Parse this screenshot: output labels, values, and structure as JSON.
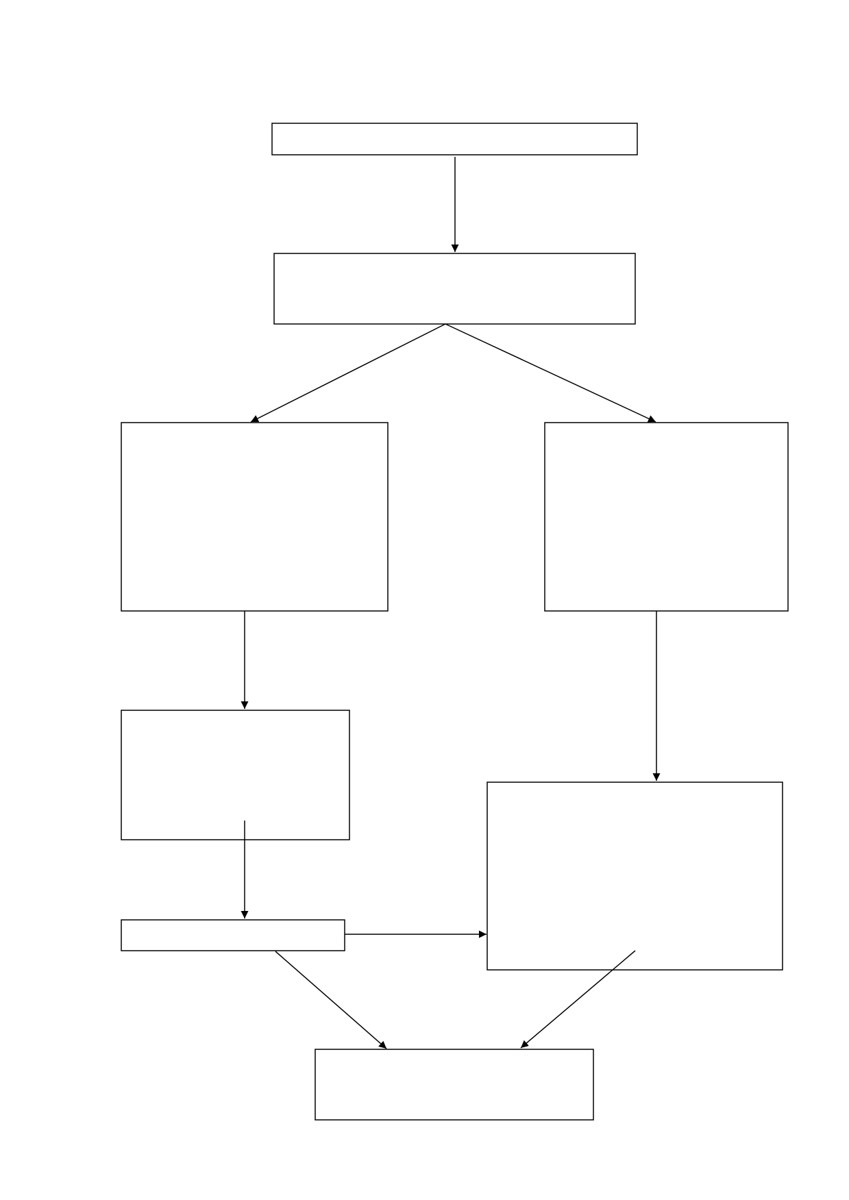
{
  "diagram": {
    "stroke_color": "#000000",
    "background_color": "#ffffff",
    "nodes": [
      {
        "id": "box-1",
        "label": ""
      },
      {
        "id": "box-2",
        "label": ""
      },
      {
        "id": "box-3",
        "label": ""
      },
      {
        "id": "box-4",
        "label": ""
      },
      {
        "id": "box-5",
        "label": ""
      },
      {
        "id": "box-6",
        "label": ""
      },
      {
        "id": "box-7",
        "label": ""
      },
      {
        "id": "box-8",
        "label": ""
      }
    ],
    "edges": [
      {
        "from": "box-1",
        "to": "box-2"
      },
      {
        "from": "box-2",
        "to": "box-3"
      },
      {
        "from": "box-2",
        "to": "box-4"
      },
      {
        "from": "box-3",
        "to": "box-5"
      },
      {
        "from": "box-4",
        "to": "box-7"
      },
      {
        "from": "box-5",
        "to": "box-6"
      },
      {
        "from": "box-6",
        "to": "box-7"
      },
      {
        "from": "box-6",
        "to": "box-8"
      },
      {
        "from": "box-7",
        "to": "box-8"
      }
    ]
  }
}
